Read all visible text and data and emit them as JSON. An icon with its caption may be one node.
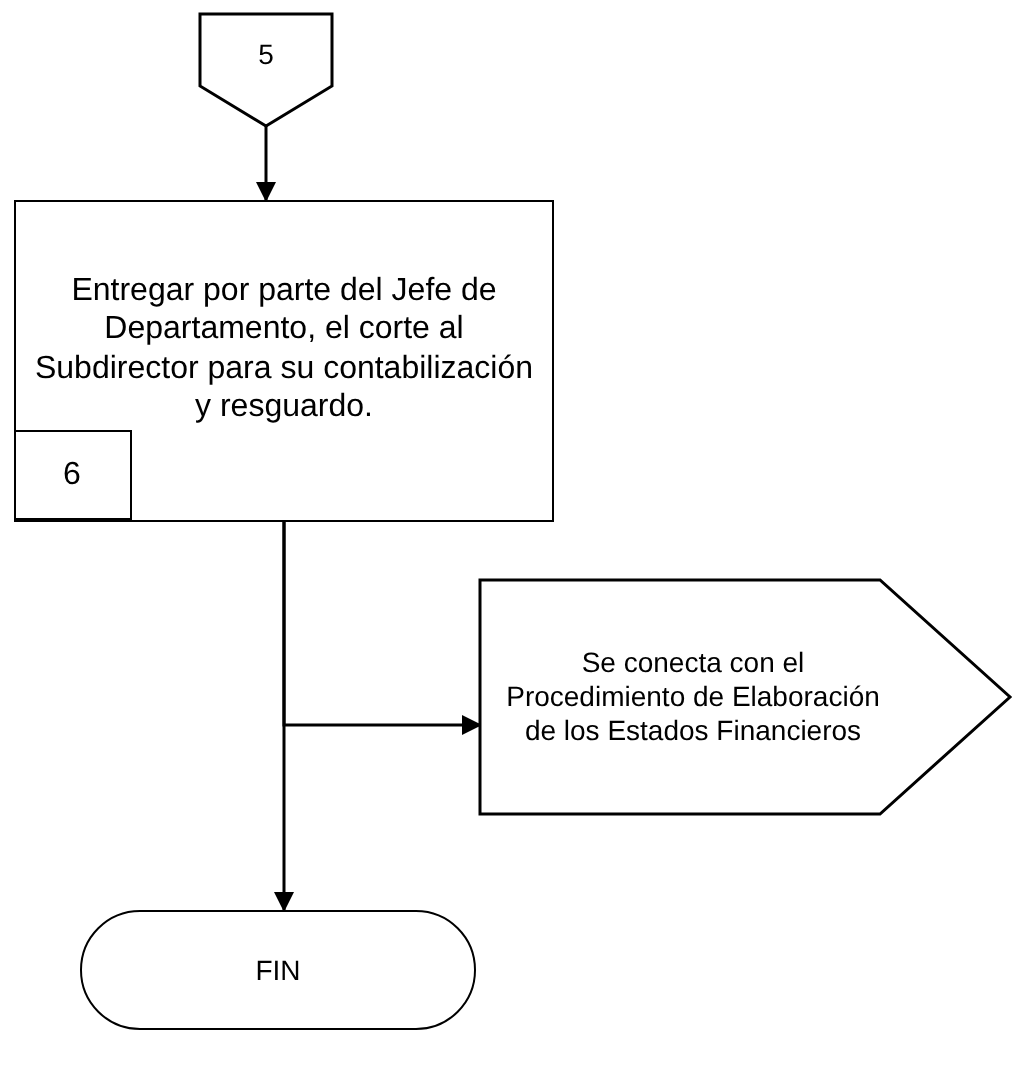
{
  "diagram": {
    "nodes": [
      {
        "text": [
          "5"
        ]
      },
      {
        "text": [
          "Entregar por parte del Jefe de Departamento, el corte al Subdirector para su contabilización y resguardo."
        ]
      },
      {
        "text": [
          "6"
        ],
        "in": 1
      },
      {
        "text": [
          "Se conecta con el Procedimiento de Elaboración de los Estados Financieros"
        ]
      },
      {
        "text": [
          "FIN"
        ]
      }
    ],
    "edges": [
      {
        "from": 0,
        "to": 1,
        "arrow": "to"
      },
      {
        "from": 1,
        "to": 3,
        "arrow": "to"
      },
      {
        "from": 1,
        "to": 4,
        "arrow": "to"
      }
    ]
  }
}
